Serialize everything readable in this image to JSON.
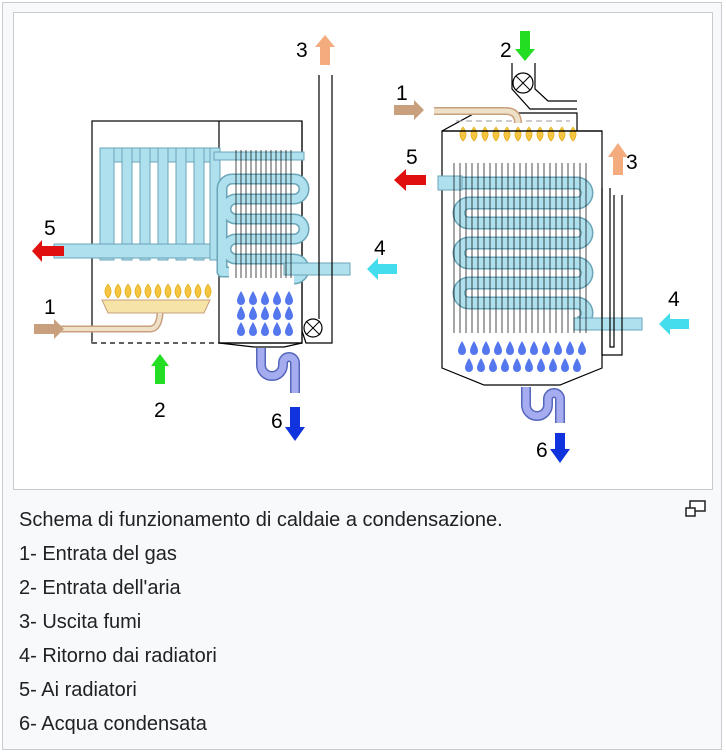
{
  "diagram": {
    "labels": {
      "left": {
        "l1": "1",
        "l2": "2",
        "l3": "3",
        "l4": "4",
        "l5": "5",
        "l6": "6"
      },
      "right": {
        "l1": "1",
        "l2": "2",
        "l3": "3",
        "l4": "4",
        "l5": "5",
        "l6": "6"
      }
    },
    "colors": {
      "gas": "#c8a07e",
      "air": "#22dd22",
      "fumes": "#f4ab7e",
      "return": "#44ddee",
      "supply": "#e01010",
      "condensate": "#1133dd",
      "water_pipe": "#aee0ee",
      "drops": "#5577ee",
      "flame": "#f5c542"
    }
  },
  "caption": {
    "title": "Schema di funzionamento di caldaie a condensazione.",
    "items": [
      "1- Entrata del gas",
      "2- Entrata dell'aria",
      "3- Uscita fumi",
      "4- Ritorno dai radiatori",
      "5- Ai radiatori",
      "6- Acqua condensata"
    ],
    "magnify_icon": "magnify-clip-icon"
  }
}
